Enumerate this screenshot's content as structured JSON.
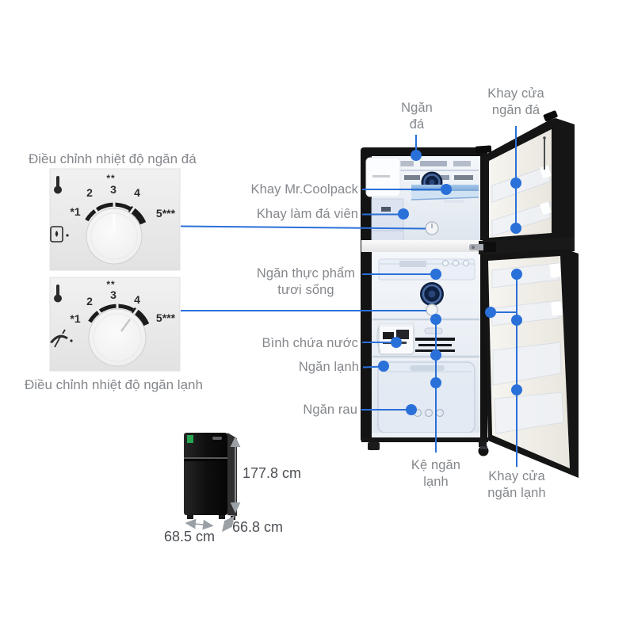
{
  "colors": {
    "accent": "#2a70d9",
    "label": "#84878c",
    "dim_text": "#4b4f54"
  },
  "freezer_dial": {
    "title": "Điều chỉnh nhiệt độ ngăn đá",
    "marks": {
      "min": "*1",
      "two": "2",
      "snow": "**",
      "three": "3",
      "four": "4",
      "max": "5***"
    }
  },
  "fridge_dial": {
    "title": "Điều chỉnh nhiệt độ ngăn lạnh",
    "marks": {
      "min": "*1",
      "two": "2",
      "snow": "**",
      "three": "3",
      "four": "4",
      "max": "5***"
    }
  },
  "callouts": {
    "ngan_da": "Ngăn đá",
    "khay_cua_ngan_da": "Khay cửa ngăn đá",
    "khay_mr_coolpack": "Khay Mr.Coolpack",
    "khay_lam_da_vien": "Khay làm đá viên",
    "ngan_thuc_pham_tuoi_song": "Ngăn thực phẩm tươi sống",
    "binh_chua_nuoc": "Bình chứa nước",
    "ngan_lanh": "Ngăn lạnh",
    "ngan_rau": "Ngăn rau",
    "ke_ngan_lanh": "Kệ ngăn lạnh",
    "khay_cua_ngan_lanh": "Khay cửa ngăn lạnh"
  },
  "dimensions": {
    "height": "177.8 cm",
    "width": "68.5 cm",
    "depth": "66.8 cm"
  }
}
